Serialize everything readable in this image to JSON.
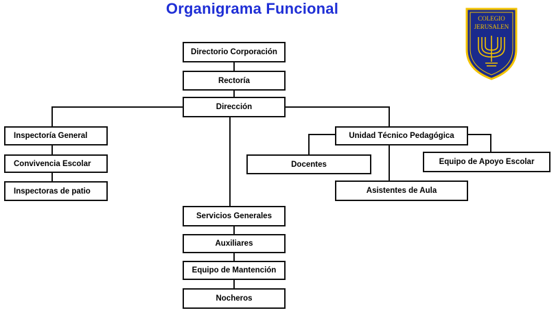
{
  "title": "Organigrama Funcional",
  "logo": {
    "line1": "COLEGIO",
    "line2": "JERUSALEN",
    "colors": {
      "shield": "#1a2a8c",
      "border": "#f2c200",
      "emblem": "#f2c200"
    }
  },
  "nodes": {
    "directorio": "Directorio Corporación",
    "rectoria": "Rectoría",
    "direccion": "Dirección",
    "inspectoria": "Inspectoría General",
    "convivencia": "Convivencia  Escolar",
    "inspectoras": "Inspectoras de patio",
    "utp": "Unidad Técnico Pedagógica",
    "docentes": "Docentes",
    "apoyo": "Equipo de Apoyo Escolar",
    "asistentes": "Asistentes de Aula",
    "servicios": "Servicios Generales",
    "auxiliares": "Auxiliares",
    "mantencion": "Equipo de Mantención",
    "nocheros": "Nocheros"
  },
  "colors": {
    "title": "#1f2fd6",
    "lines": "#111111"
  }
}
